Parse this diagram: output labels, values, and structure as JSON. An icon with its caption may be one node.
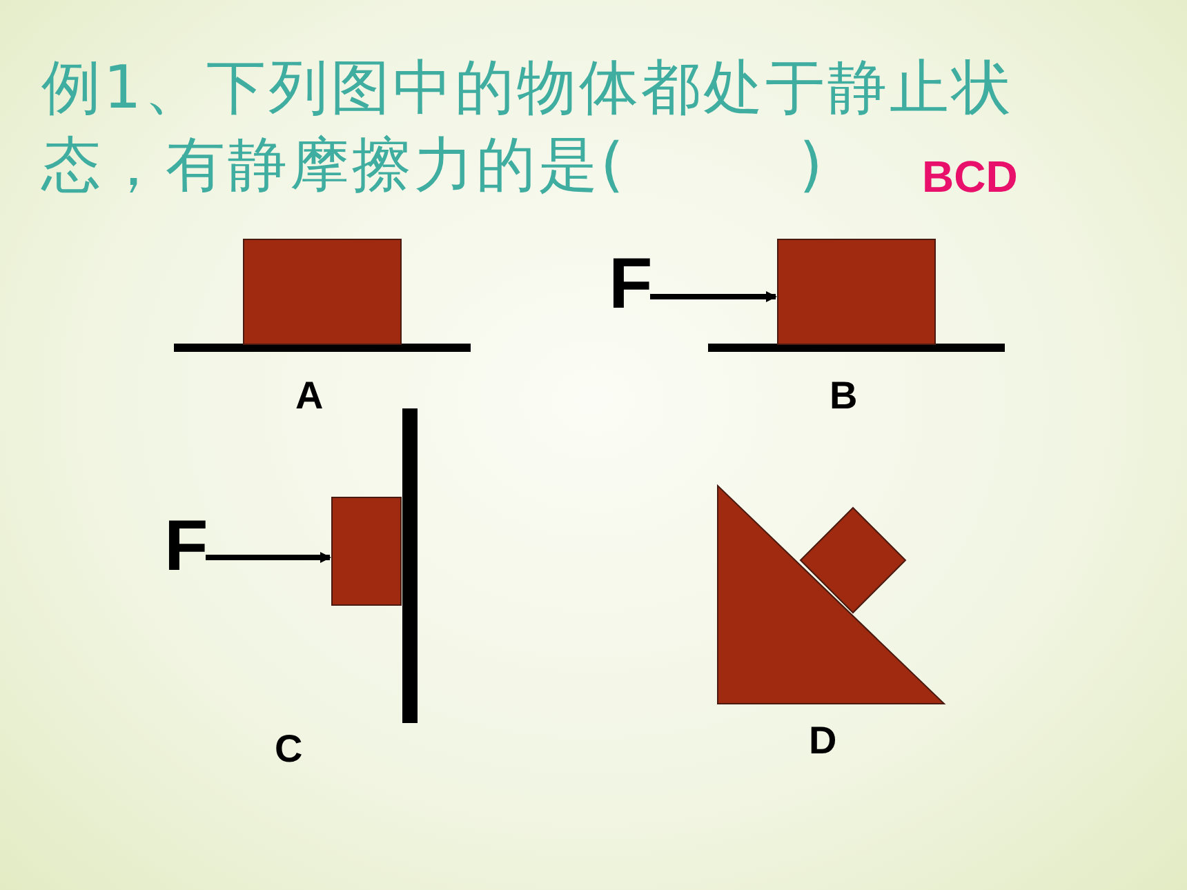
{
  "diagram": {
    "title": "例1、下列图中的物体都处于静止状态，有静摩擦力的是(        )",
    "nodes": [
      {
        "text": [],
        "shape": "box"
      },
      {
        "text": [
          "F"
        ]
      },
      {
        "text": [],
        "shape": "box"
      },
      {
        "text": [
          "F"
        ]
      },
      {
        "text": [],
        "shape": "box"
      },
      {
        "text": [],
        "shape": "triangle"
      },
      {
        "text": [],
        "shape": "diamond"
      }
    ],
    "edges": [
      {
        "from": 1,
        "to": 2,
        "arrow": "to"
      },
      {
        "from": 3,
        "to": 4,
        "arrow": "to"
      }
    ],
    "labels": [
      "BCD",
      "A",
      "B",
      "C",
      "D"
    ]
  }
}
